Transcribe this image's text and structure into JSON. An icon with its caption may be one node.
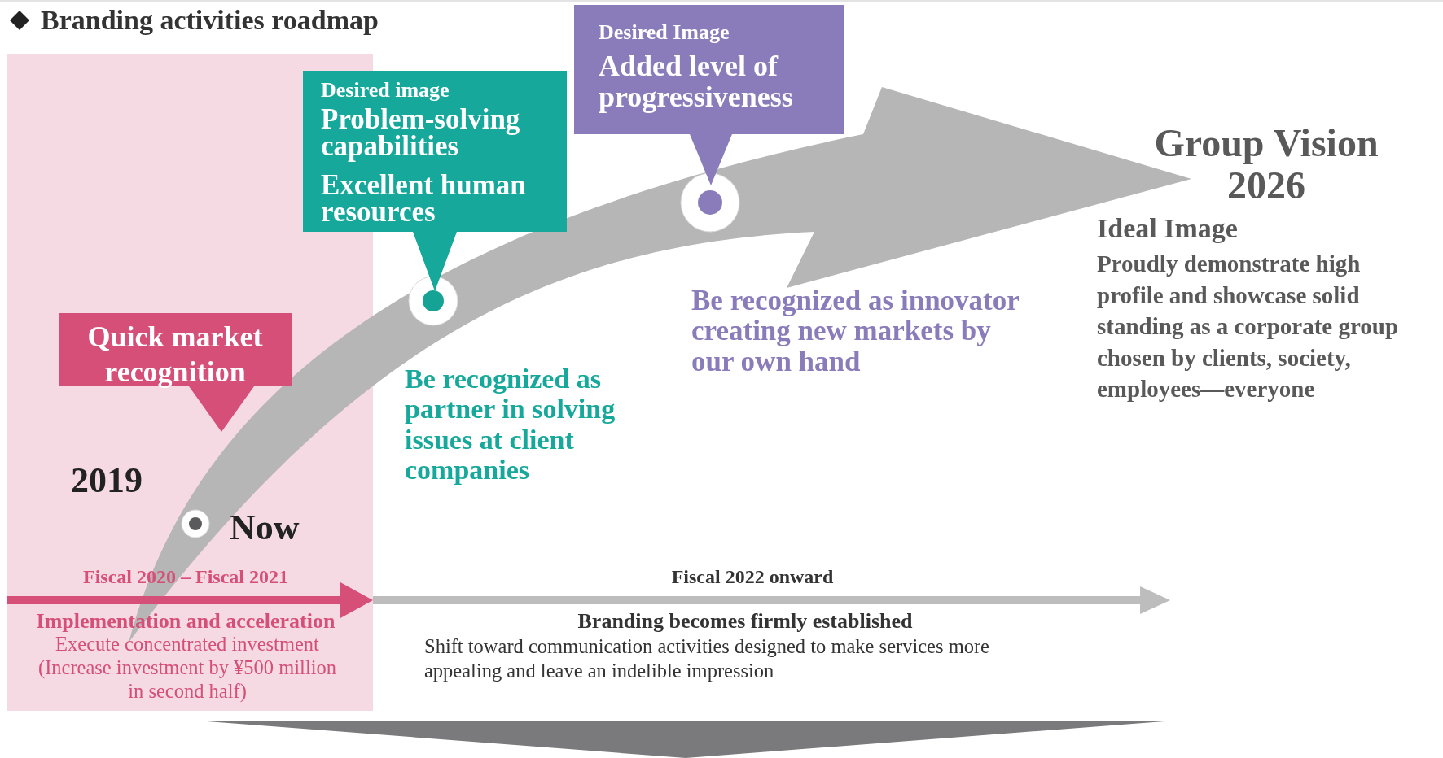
{
  "diagram": {
    "title": "Branding activities roadmap",
    "nodes": [
      {
        "text": [
          "Quick market recognition"
        ]
      },
      {
        "text": [
          "Desired image",
          "Problem-solving capabilities",
          "Excellent human resources"
        ]
      },
      {
        "text": [
          "Desired Image",
          "Added level of progressiveness"
        ]
      },
      {
        "text": [],
        "shape": "chevron"
      }
    ],
    "labels": [
      "Group Vision 2026",
      "Ideal Image",
      "Proudly demonstrate high profile and showcase solid standing as a corporate group chosen by clients, society, employees—everyone",
      "Be recognized as innovator creating new markets by our own hand",
      "Be recognized as partner in solving issues at client companies",
      "2019",
      "Now",
      "Fiscal 2020 – Fiscal 2021",
      "Fiscal 2022 onward",
      "Implementation and acceleration",
      "Execute concentrated investment (Increase investment by ¥500 million in second half)",
      "Branding becomes firmly established",
      "Shift toward communication activities designed to make services more appealing and leave an indelible impression"
    ]
  }
}
